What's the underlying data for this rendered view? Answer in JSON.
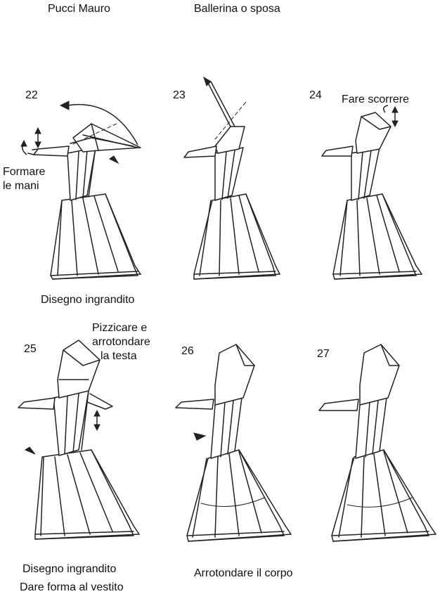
{
  "header": {
    "author": "Pucci Mauro",
    "title": "Ballerina o sposa"
  },
  "steps": [
    {
      "number": "22",
      "notes": [
        "Formare",
        "le mani"
      ]
    },
    {
      "number": "23"
    },
    {
      "number": "24",
      "note": "Fare scorrere"
    },
    {
      "number": "25",
      "notes": [
        "Pizzicare e",
        "arrotondare",
        "la testa"
      ]
    },
    {
      "number": "26"
    },
    {
      "number": "27"
    }
  ],
  "captions": {
    "row1": "Disegno ingrandito",
    "row2_left": "Disegno ingrandito",
    "row2_left_2": "Dare forma al vestito",
    "row2_mid": "Arrotondare il corpo"
  }
}
